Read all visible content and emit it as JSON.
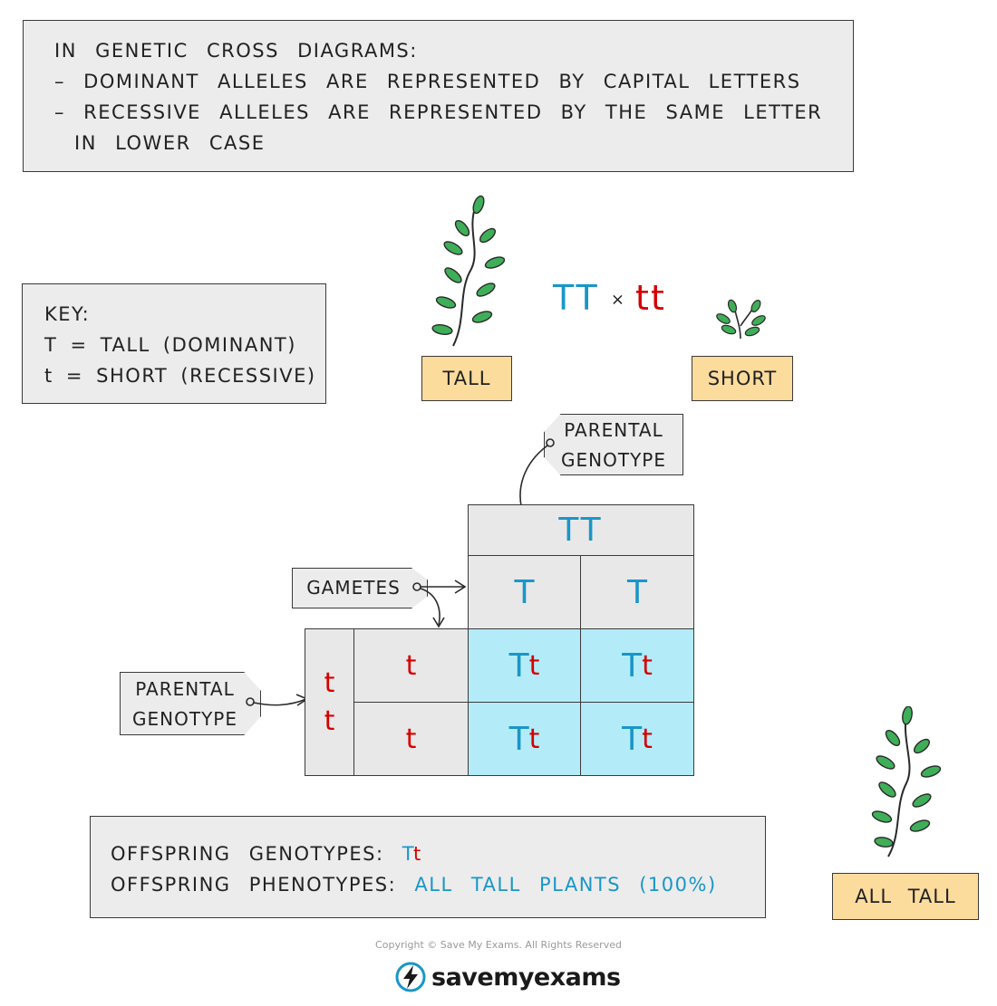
{
  "info": {
    "line1": "IN GENETIC CROSS DIAGRAMS:",
    "line2": "– DOMINANT ALLELES ARE REPRESENTED BY CAPITAL LETTERS",
    "line3": "– RECESSIVE ALLELES ARE REPRESENTED BY THE SAME LETTER",
    "line4": "IN LOWER CASE"
  },
  "key": {
    "title": "KEY:",
    "line1": "T = TALL (DOMINANT)",
    "line2": "t = SHORT (RECESSIVE)"
  },
  "cross": {
    "parent1": "TT",
    "times": "×",
    "parent2": "tt",
    "label_tall": "TALL",
    "label_short": "SHORT"
  },
  "tags": {
    "parental_top_l1": "PARENTAL",
    "parental_top_l2": "GENOTYPE",
    "gametes": "GAMETES",
    "parental_left_l1": "PARENTAL",
    "parental_left_l2": "GENOTYPE"
  },
  "punnett": {
    "top_genotype": "TT",
    "top_gametes": [
      "T",
      "T"
    ],
    "left_genotype": [
      "t",
      "t"
    ],
    "left_gametes": [
      "t",
      "t"
    ],
    "offspring": [
      [
        {
          "dom": "T",
          "rec": "t"
        },
        {
          "dom": "T",
          "rec": "t"
        }
      ],
      [
        {
          "dom": "T",
          "rec": "t"
        },
        {
          "dom": "T",
          "rec": "t"
        }
      ]
    ]
  },
  "summary": {
    "genotypes_label": "OFFSPRING GENOTYPES:",
    "genotypes_dom": "T",
    "genotypes_rec": "t",
    "phenotypes_label": "OFFSPRING PHENOTYPES:",
    "phenotypes_value": "ALL TALL PLANTS (100%)"
  },
  "result_label": "ALL TALL",
  "footer": {
    "copyright": "Copyright © Save My Exams. All Rights Reserved",
    "brand": "savemyexams"
  },
  "colors": {
    "dominant": "#1a96c8",
    "recessive": "#d40000",
    "label_bg": "#fbdc9d",
    "box_bg": "#ececec",
    "offspring_bg": "#b3ecf8",
    "leaf": "#3fae58"
  }
}
